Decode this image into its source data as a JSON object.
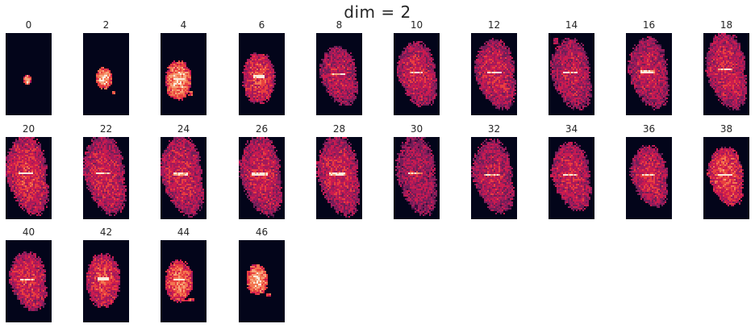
{
  "title": "dim = 2",
  "colors": {
    "background": "#03051a",
    "colormap": [
      "#03051a",
      "#3b0f3f",
      "#701f57",
      "#a11a5b",
      "#cb1b4f",
      "#e83f3f",
      "#f37651",
      "#f6a47c",
      "#faebdd"
    ]
  },
  "panels": [
    {
      "label": "0",
      "intensity": 0.8
    },
    {
      "label": "2",
      "intensity": 0.85
    },
    {
      "label": "4",
      "intensity": 0.8
    },
    {
      "label": "6",
      "intensity": 0.55
    },
    {
      "label": "8",
      "intensity": 0.4
    },
    {
      "label": "10",
      "intensity": 0.45
    },
    {
      "label": "12",
      "intensity": 0.45
    },
    {
      "label": "14",
      "intensity": 0.4
    },
    {
      "label": "16",
      "intensity": 0.4
    },
    {
      "label": "18",
      "intensity": 0.45
    },
    {
      "label": "20",
      "intensity": 0.5
    },
    {
      "label": "22",
      "intensity": 0.45
    },
    {
      "label": "24",
      "intensity": 0.45
    },
    {
      "label": "26",
      "intensity": 0.45
    },
    {
      "label": "28",
      "intensity": 0.45
    },
    {
      "label": "30",
      "intensity": 0.35
    },
    {
      "label": "32",
      "intensity": 0.4
    },
    {
      "label": "34",
      "intensity": 0.45
    },
    {
      "label": "36",
      "intensity": 0.45
    },
    {
      "label": "38",
      "intensity": 0.6
    },
    {
      "label": "40",
      "intensity": 0.5
    },
    {
      "label": "42",
      "intensity": 0.55
    },
    {
      "label": "44",
      "intensity": 0.7
    },
    {
      "label": "46",
      "intensity": 0.85
    }
  ]
}
